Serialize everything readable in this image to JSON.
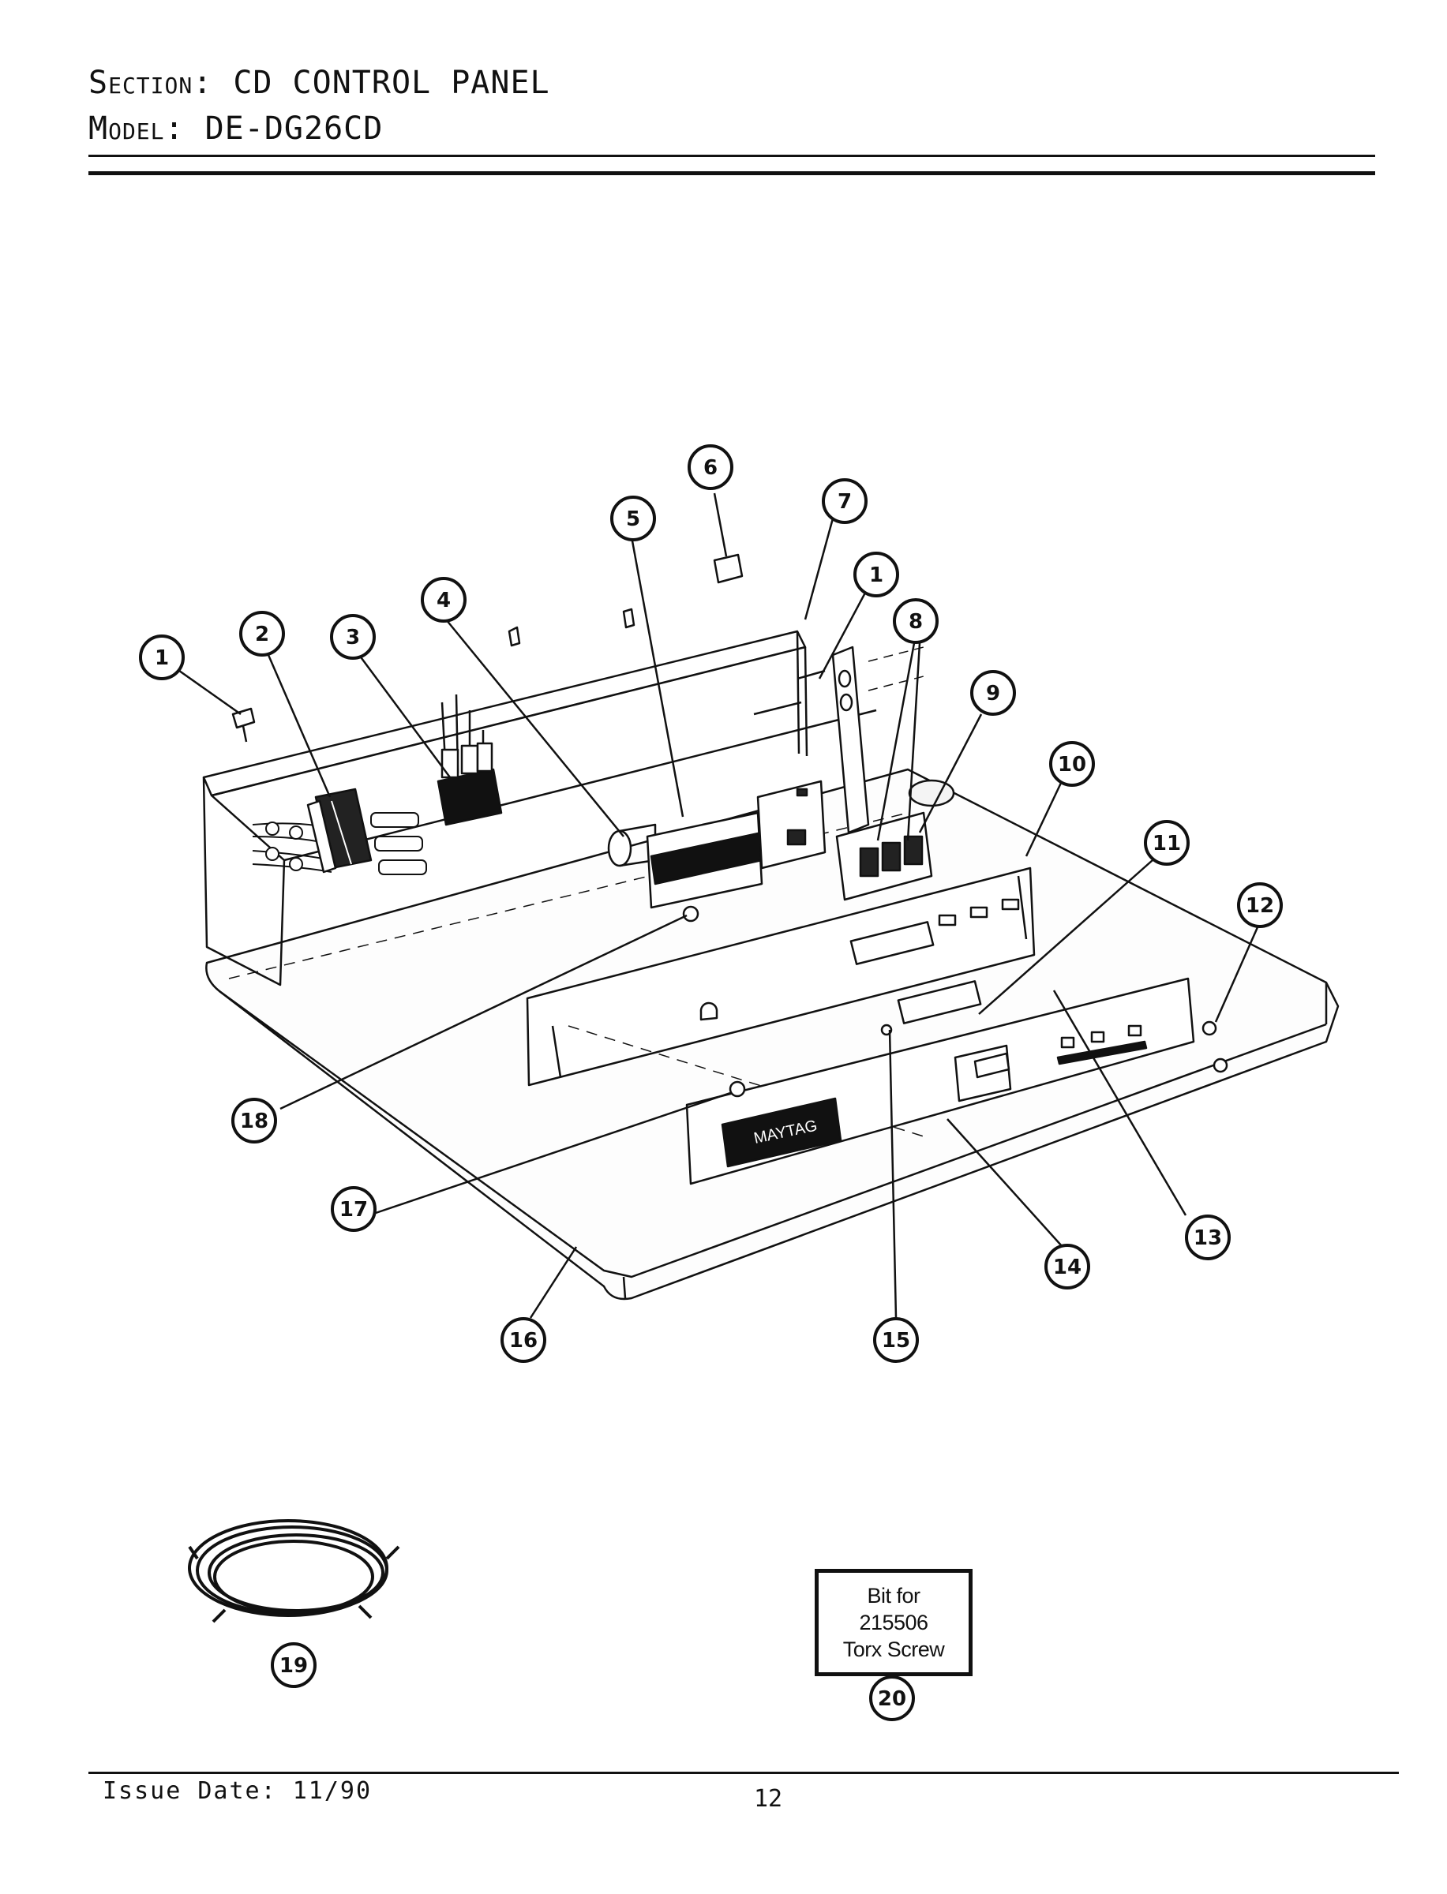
{
  "header": {
    "section_label": "Section:",
    "section_value": "CD CONTROL PANEL",
    "model_label": "Model:",
    "model_value": "DE-DG26CD"
  },
  "callouts": [
    "1",
    "2",
    "3",
    "4",
    "5",
    "6",
    "7",
    "1",
    "8",
    "9",
    "10",
    "11",
    "12",
    "13",
    "14",
    "15",
    "16",
    "17",
    "18",
    "19",
    "20"
  ],
  "bit_box": {
    "line1": "Bit for",
    "line2": "215506",
    "line3": "Torx Screw"
  },
  "nameplate_text": "MAYTAG",
  "footer": {
    "issue_date": "Issue Date: 11/90",
    "page_number": "12"
  }
}
